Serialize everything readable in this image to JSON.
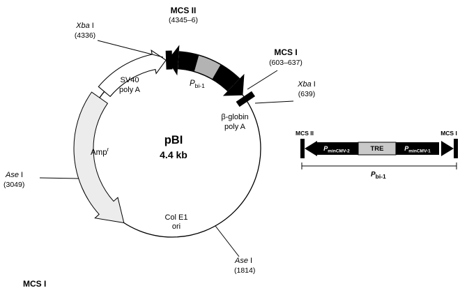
{
  "plasmid": {
    "name": "pBI",
    "size": "4.4 kb",
    "mcs2_label": "MCS II",
    "mcs2_pos": "(4345–6)",
    "xba_top_gene": "Xba",
    "xba_top_site": "I",
    "xba_top_pos": "(4336)",
    "mcs1_label": "MCS I",
    "mcs1_pos": "(603–637)",
    "xba_right_gene": "Xba",
    "xba_right_site": "I",
    "xba_right_pos": "(639)",
    "sv40_line1": "SV40",
    "sv40_line2": "poly A",
    "pbi_p": "P",
    "pbi_sub": "bi-1",
    "bglobin_line1": "β-globin",
    "bglobin_line2": "poly A",
    "amp_base": "Amp",
    "amp_sup": "r",
    "ase_left_gene": "Ase",
    "ase_left_site": "I",
    "ase_left_pos": "(3049)",
    "cole1_line1": "Col E1",
    "cole1_line2": "ori",
    "ase_bottom_gene": "Ase",
    "ase_bottom_site": "I",
    "ase_bottom_pos": "(1814)"
  },
  "linear_map": {
    "mcs2_label": "MCS II",
    "mcs1_label": "MCS I",
    "pmincmv2_p": "P",
    "pmincmv2_sub": "minCMV-2",
    "tre_label": "TRE",
    "pmincmv1_p": "P",
    "pmincmv1_sub": "minCMV-1",
    "pbi_p": "P",
    "pbi_sub": "bi-1"
  },
  "footer_mcs1": "MCS I",
  "colors": {
    "amp_fill": "#ececec",
    "promoter_gray": "#b3b3b3",
    "tre_fill": "#c9c9c9",
    "black": "#000000"
  }
}
